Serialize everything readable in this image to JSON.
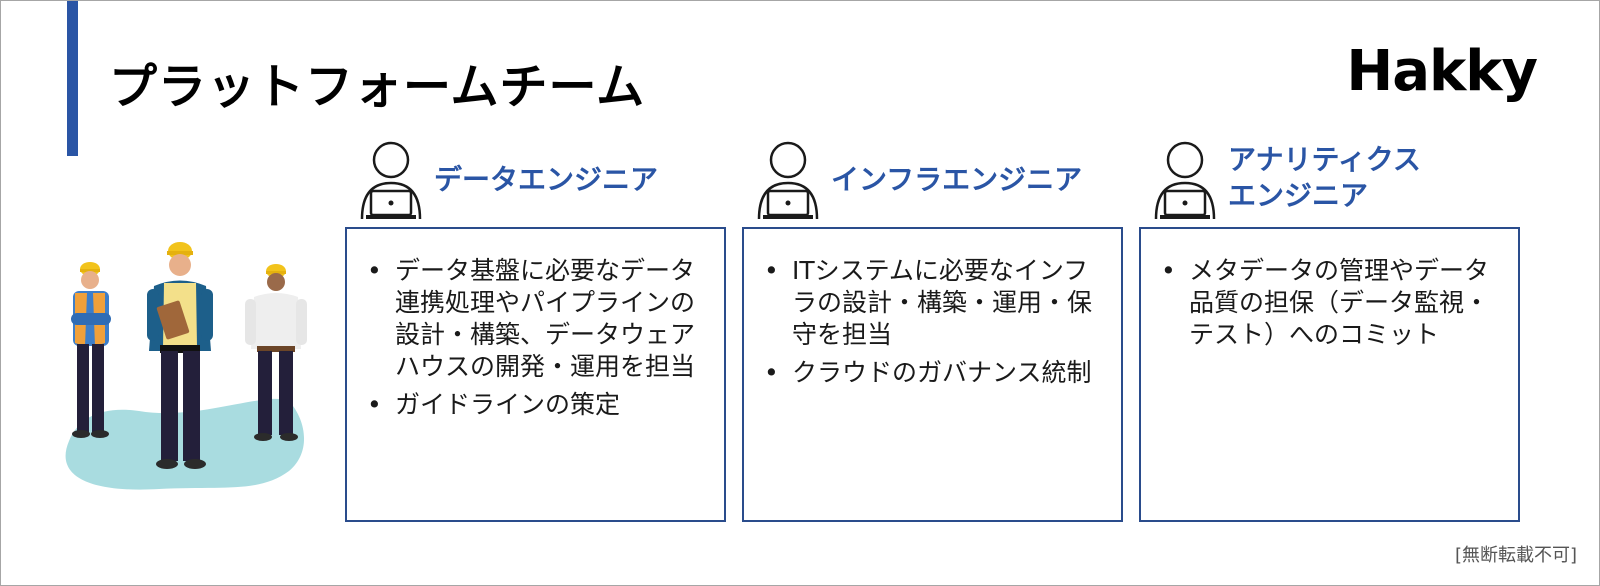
{
  "title": "プラットフォームチーム",
  "logo": "Hakky",
  "columns": [
    {
      "role_lines": [
        "データエンジニア"
      ],
      "bullets": [
        "データ基盤に必要なデータ連携処理やパイプラインの設計・構築、データウェアハウスの開発・運用を担当",
        "ガイドラインの策定"
      ]
    },
    {
      "role_lines": [
        "インフラエンジニア"
      ],
      "bullets": [
        "ITシステムに必要なインフラの設計・構築・運用・保守を担当",
        "クラウドのガバナンス統制"
      ]
    },
    {
      "role_lines": [
        "アナリティクス",
        "エンジニア"
      ],
      "bullets": [
        "メタデータの管理やデータ品質の担保（データ監視・テスト）へのコミット"
      ]
    }
  ],
  "notice": "[無断転載不可]",
  "colors": {
    "accent": "#2a55a5",
    "card_border": "#2a4c8c",
    "ground": "#a9dce0",
    "helmet": "#f2c31b",
    "vest_orange": "#f0a03a",
    "vest_yellow": "#f3e08a",
    "shirt_blue": "#3d7ec9",
    "pants_navy": "#231f3a"
  },
  "icons": [
    "person-laptop-icon",
    "construction-workers-illustration"
  ]
}
